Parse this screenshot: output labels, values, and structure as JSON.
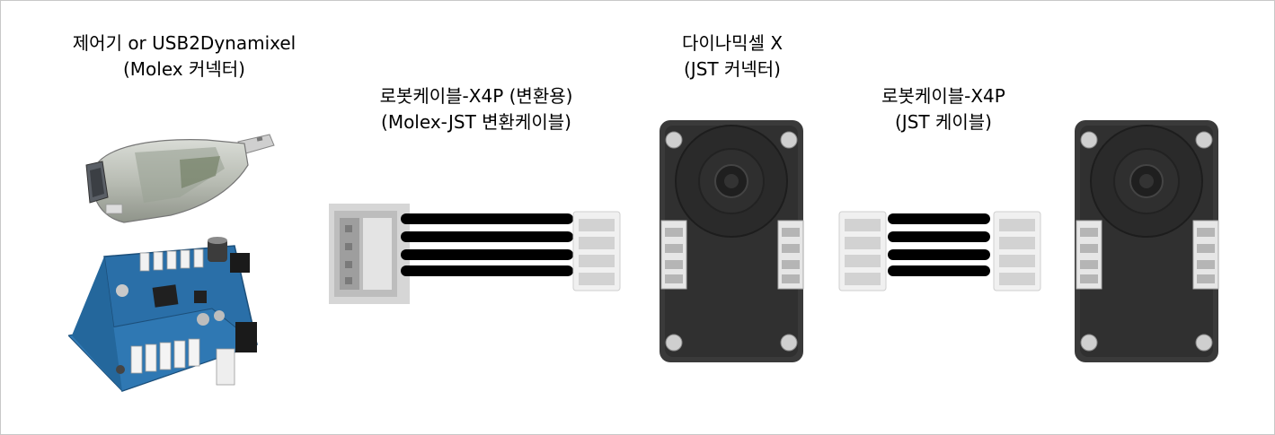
{
  "labels": {
    "controller": {
      "line1": "제어기 or USB2Dynamixel",
      "line2": "(Molex 커넥터)"
    },
    "convert_cable": {
      "line1": "로봇케이블-X4P (변환용)",
      "line2": "(Molex-JST 변환케이블)"
    },
    "dynamixel": {
      "line1": "다이나믹셀 X",
      "line2": "(JST 커넥터)"
    },
    "jst_cable": {
      "line1": "로봇케이블-X4P",
      "line2": "(JST 케이블)"
    }
  },
  "colors": {
    "servo_body": "#3a3a3a",
    "servo_dark": "#262626",
    "board_blue": "#2a6fa8",
    "cable": "#000000",
    "connector": "#e9e9e9"
  },
  "icons": {
    "usb_adapter": "usb2dynamixel-image",
    "controller_board": "controller-board-image",
    "servo_1": "dynamixel-x-servo-image",
    "servo_2": "dynamixel-x-servo-image",
    "molex_connector": "molex-connector-image",
    "jst_connector": "jst-connector-image"
  }
}
